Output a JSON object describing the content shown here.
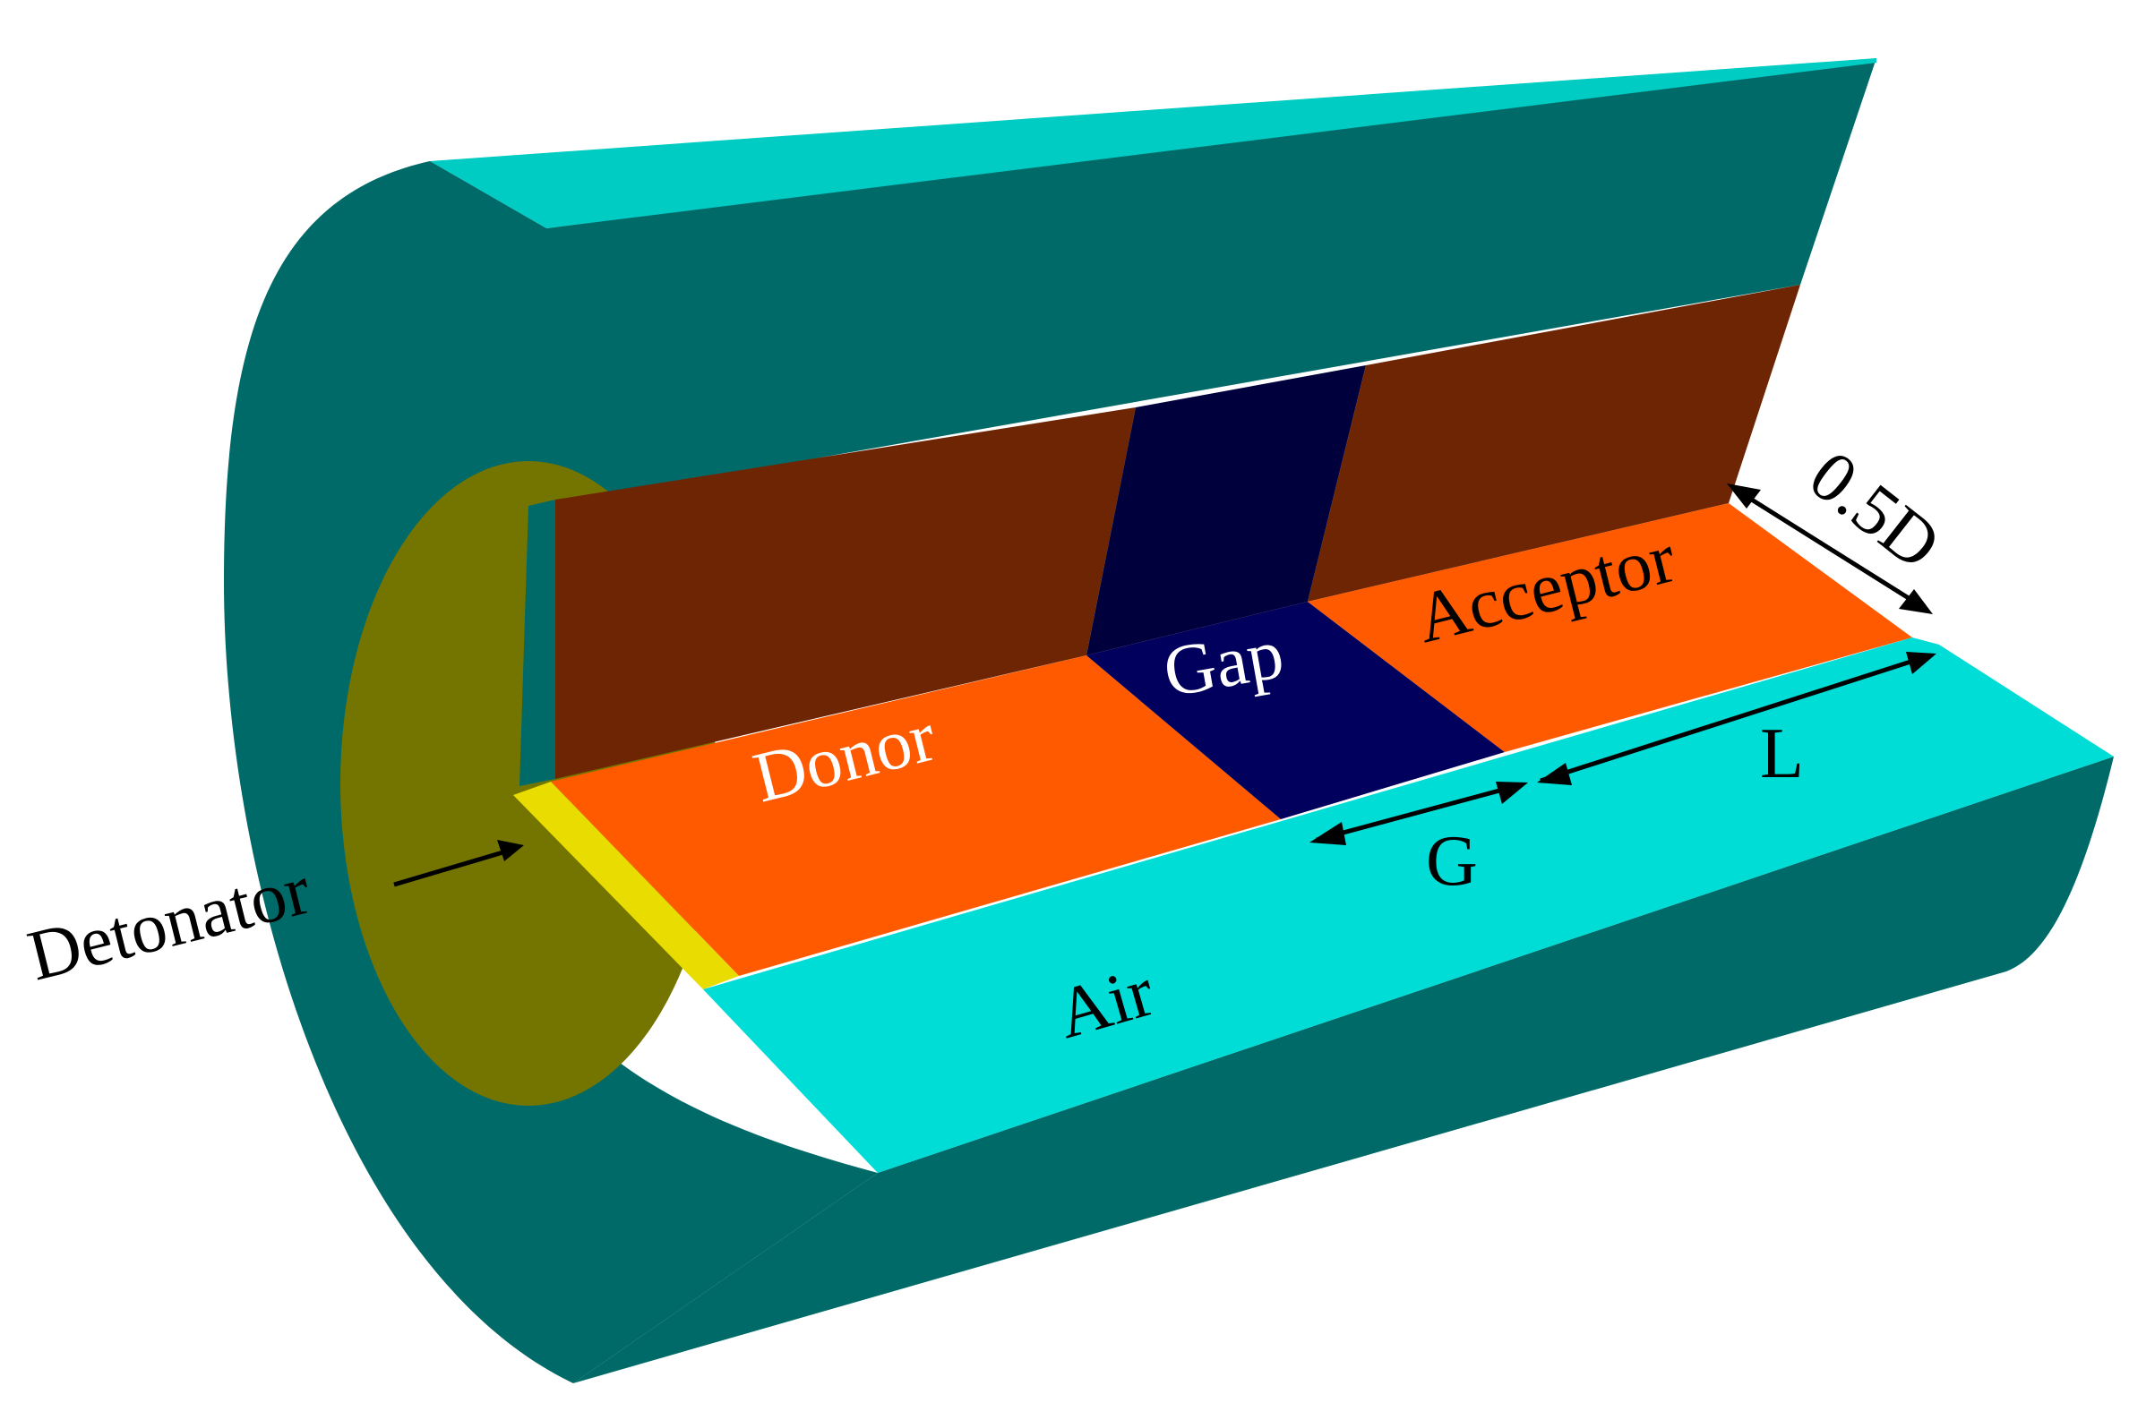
{
  "labels": {
    "donor": "Donor",
    "gap": "Gap",
    "acceptor": "Acceptor",
    "air": "Air",
    "detonator": "Detonator",
    "gap_length": "G",
    "acceptor_length": "L",
    "half_diameter": "0.5D"
  },
  "colors": {
    "casing_light": "#00CCC4",
    "casing_dark": "#006A68",
    "air": "#00DCD6",
    "explosive_top": "#FF5A00",
    "explosive_side": "#6E2503",
    "gap_top": "#02005D",
    "gap_side": "#00003C",
    "detonator_face": "#747500",
    "detonator_strip": "#E8DC00"
  }
}
